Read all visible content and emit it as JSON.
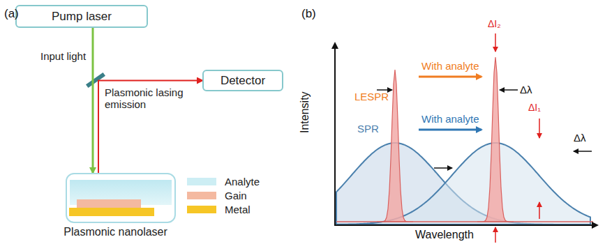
{
  "diagram": {
    "nodes": [
      {
        "text": [
          "Pump laser"
        ]
      },
      {
        "text": [
          "Detector"
        ]
      },
      {
        "text": [
          "Plasmonic nanolaser"
        ]
      }
    ],
    "edges": [
      {
        "from": 0,
        "to": 2,
        "arrow": "to",
        "label": "Input light"
      },
      {
        "from": 2,
        "to": 1,
        "arrow": "to",
        "label": "Plasmonic lasing emission"
      }
    ],
    "labels": [
      "(a)",
      "(b)",
      "Intensity",
      "Wavelength",
      "LESPR",
      "With analyte",
      "SPR",
      "With analyte",
      "ΔI₂",
      "ΔI₁",
      "Δλ",
      "Δλ"
    ],
    "legend": [
      {
        "text": "Analyte",
        "color": "#cdeef4"
      },
      {
        "text": "Gain",
        "color": "#f4b9a0"
      },
      {
        "text": "Metal",
        "color": "#f6c626"
      }
    ]
  }
}
